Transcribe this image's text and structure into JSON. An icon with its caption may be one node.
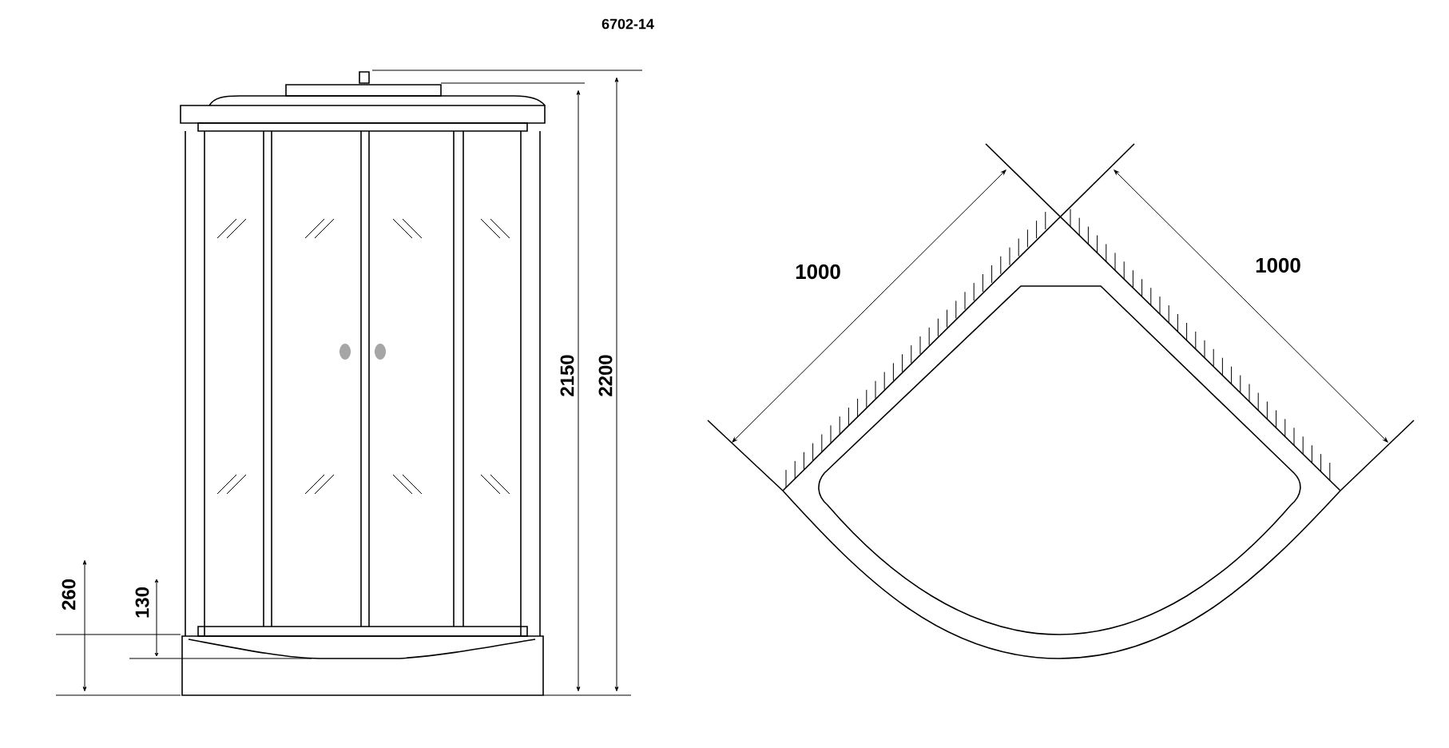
{
  "diagram": {
    "labels": [
      "6702-14",
      "2150",
      "2200",
      "260",
      "130",
      "1000",
      "1000"
    ]
  }
}
